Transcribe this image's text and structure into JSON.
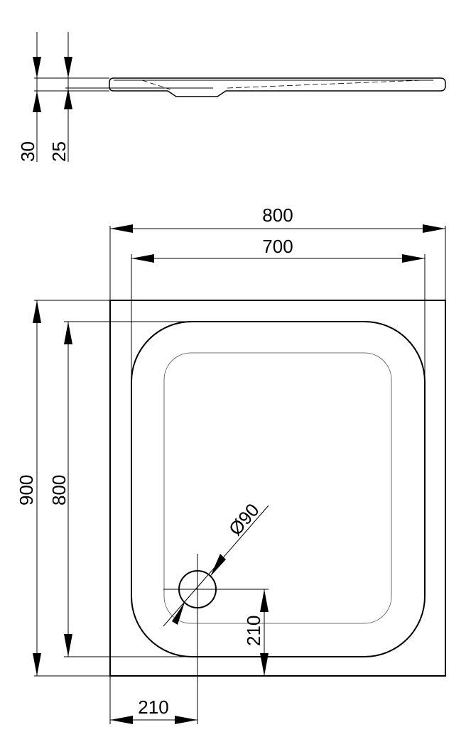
{
  "drawing": {
    "dimensions": {
      "total_height": "30",
      "rim_height": "25",
      "outer_width": "800",
      "inner_width": "700",
      "outer_depth": "900",
      "inner_depth": "800",
      "drain_diameter": "Ø90",
      "drain_offset_y": "210",
      "drain_offset_x": "210"
    }
  }
}
